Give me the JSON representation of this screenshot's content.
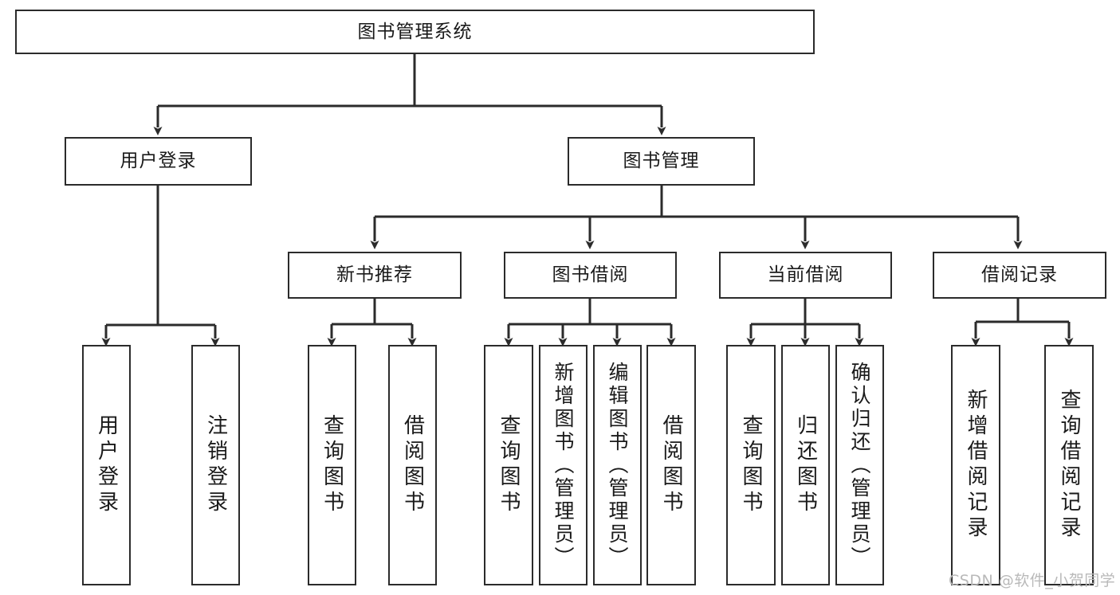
{
  "diagram": {
    "title": "图书管理系统",
    "type": "hierarchy-tree",
    "watermark": "CSDN @软件_小贺同学",
    "nodes": {
      "root": {
        "label": "图书管理系统"
      },
      "level2": [
        {
          "id": "user-login",
          "label": "用户登录"
        },
        {
          "id": "book-manage",
          "label": "图书管理"
        }
      ],
      "level3": [
        {
          "id": "new-book-recommend",
          "label": "新书推荐"
        },
        {
          "id": "book-borrow",
          "label": "图书借阅"
        },
        {
          "id": "current-borrow",
          "label": "当前借阅"
        },
        {
          "id": "borrow-record",
          "label": "借阅记录"
        }
      ],
      "leaves": {
        "user-login": [
          {
            "id": "leaf-user-login",
            "label": "用户登录"
          },
          {
            "id": "leaf-user-logout",
            "label": "注销登录"
          }
        ],
        "new-book-recommend": [
          {
            "id": "leaf-query-book-1",
            "label": "查询图书"
          },
          {
            "id": "leaf-borrow-book-1",
            "label": "借阅图书"
          }
        ],
        "book-borrow": [
          {
            "id": "leaf-query-book-2",
            "label": "查询图书"
          },
          {
            "id": "leaf-add-book",
            "label": "新增图书（管理员）"
          },
          {
            "id": "leaf-edit-book",
            "label": "编辑图书（管理员）"
          },
          {
            "id": "leaf-borrow-book-2",
            "label": "借阅图书"
          }
        ],
        "current-borrow": [
          {
            "id": "leaf-query-book-3",
            "label": "查询图书"
          },
          {
            "id": "leaf-return-book",
            "label": "归还图书"
          },
          {
            "id": "leaf-confirm-return",
            "label": "确认归还（管理员）"
          }
        ],
        "borrow-record": [
          {
            "id": "leaf-add-record",
            "label": "新增借阅记录"
          },
          {
            "id": "leaf-query-record",
            "label": "查询借阅记录"
          }
        ]
      }
    },
    "colors": {
      "stroke": "#2b2b2b",
      "fill": "#ffffff",
      "text": "#1a1a1a",
      "watermark": "#b9b9b9"
    }
  }
}
